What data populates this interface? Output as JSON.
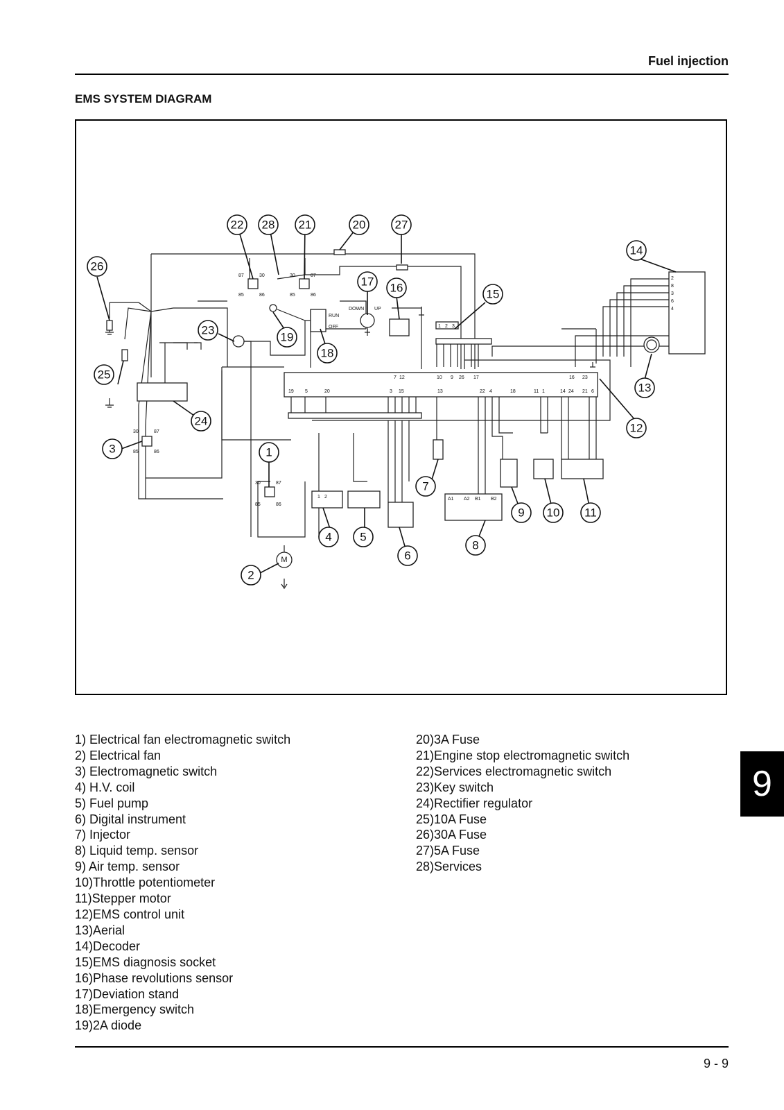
{
  "header": {
    "title": "Fuel injection"
  },
  "section_title": "EMS SYSTEM DIAGRAM",
  "diagram": {
    "callouts": [
      "1",
      "2",
      "3",
      "4",
      "5",
      "6",
      "7",
      "8",
      "9",
      "10",
      "11",
      "12",
      "13",
      "14",
      "15",
      "16",
      "17",
      "18",
      "19",
      "20",
      "21",
      "22",
      "23",
      "24",
      "25",
      "26",
      "27",
      "28"
    ],
    "relay_pins": {
      "p30": "30",
      "p87": "87",
      "p85": "85",
      "p86": "86"
    },
    "switch_labels": {
      "run": "RUN",
      "off": "OFF",
      "down": "DOWN",
      "up": "UP"
    },
    "motor_label": "M",
    "diag_socket_pins": [
      "1",
      "2",
      "3"
    ],
    "decoder_pins": [
      "2",
      "8",
      "3",
      "6",
      "4"
    ],
    "ecu_top_pins": [
      "7",
      "12",
      "10",
      "9",
      "26",
      "17",
      "16",
      "23"
    ],
    "ecu_bottom_pins": [
      "19",
      "5",
      "20",
      "3",
      "15",
      "13",
      "22",
      "4",
      "18",
      "11",
      "1",
      "14",
      "24",
      "21",
      "6"
    ],
    "coil_pins": [
      "1",
      "2"
    ],
    "sensor8_pins": [
      "A1",
      "A2",
      "B1",
      "B2"
    ]
  },
  "legend_left": [
    "1)  Electrical fan electromagnetic switch",
    "2)  Electrical fan",
    "3)  Electromagnetic switch",
    "4)  H.V. coil",
    "5)  Fuel pump",
    "6)  Digital instrument",
    "7)  Injector",
    "8)  Liquid temp. sensor",
    "9)  Air temp. sensor",
    "10)Throttle potentiometer",
    "11)Stepper motor",
    "12)EMS control unit",
    "13)Aerial",
    "14)Decoder",
    "15)EMS diagnosis socket",
    "16)Phase revolutions sensor",
    "17)Deviation stand",
    "18)Emergency switch",
    "19)2A diode"
  ],
  "legend_right": [
    "20)3A Fuse",
    "21)Engine stop electromagnetic switch",
    "22)Services electromagnetic switch",
    "23)Key switch",
    "24)Rectifier regulator",
    "25)10A Fuse",
    "26)30A Fuse",
    "27)5A Fuse",
    "28)Services"
  ],
  "chapter_tab": "9",
  "page_number": "9 - 9"
}
